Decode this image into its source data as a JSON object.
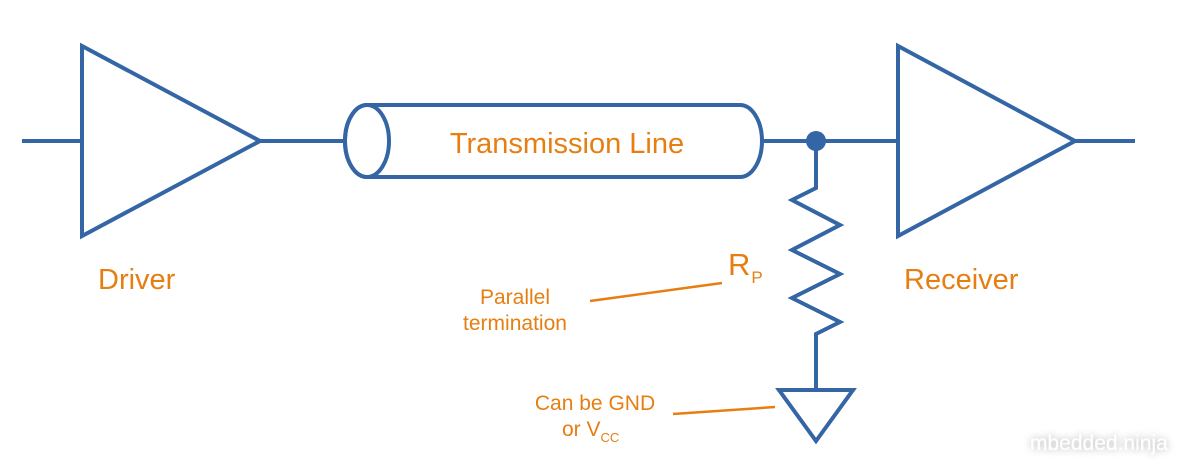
{
  "colors": {
    "wire": "#3465a4",
    "label": "#e67e12"
  },
  "labels": {
    "transmission_line": "Transmission Line",
    "driver": "Driver",
    "receiver": "Receiver",
    "resistor_main": "R",
    "resistor_sub": "P",
    "parallel_1": "Parallel",
    "parallel_2": "termination",
    "ground_1": "Can be GND",
    "ground_2_main": "or V",
    "ground_2_sub": "CC"
  },
  "watermark": "mbedded.ninja"
}
